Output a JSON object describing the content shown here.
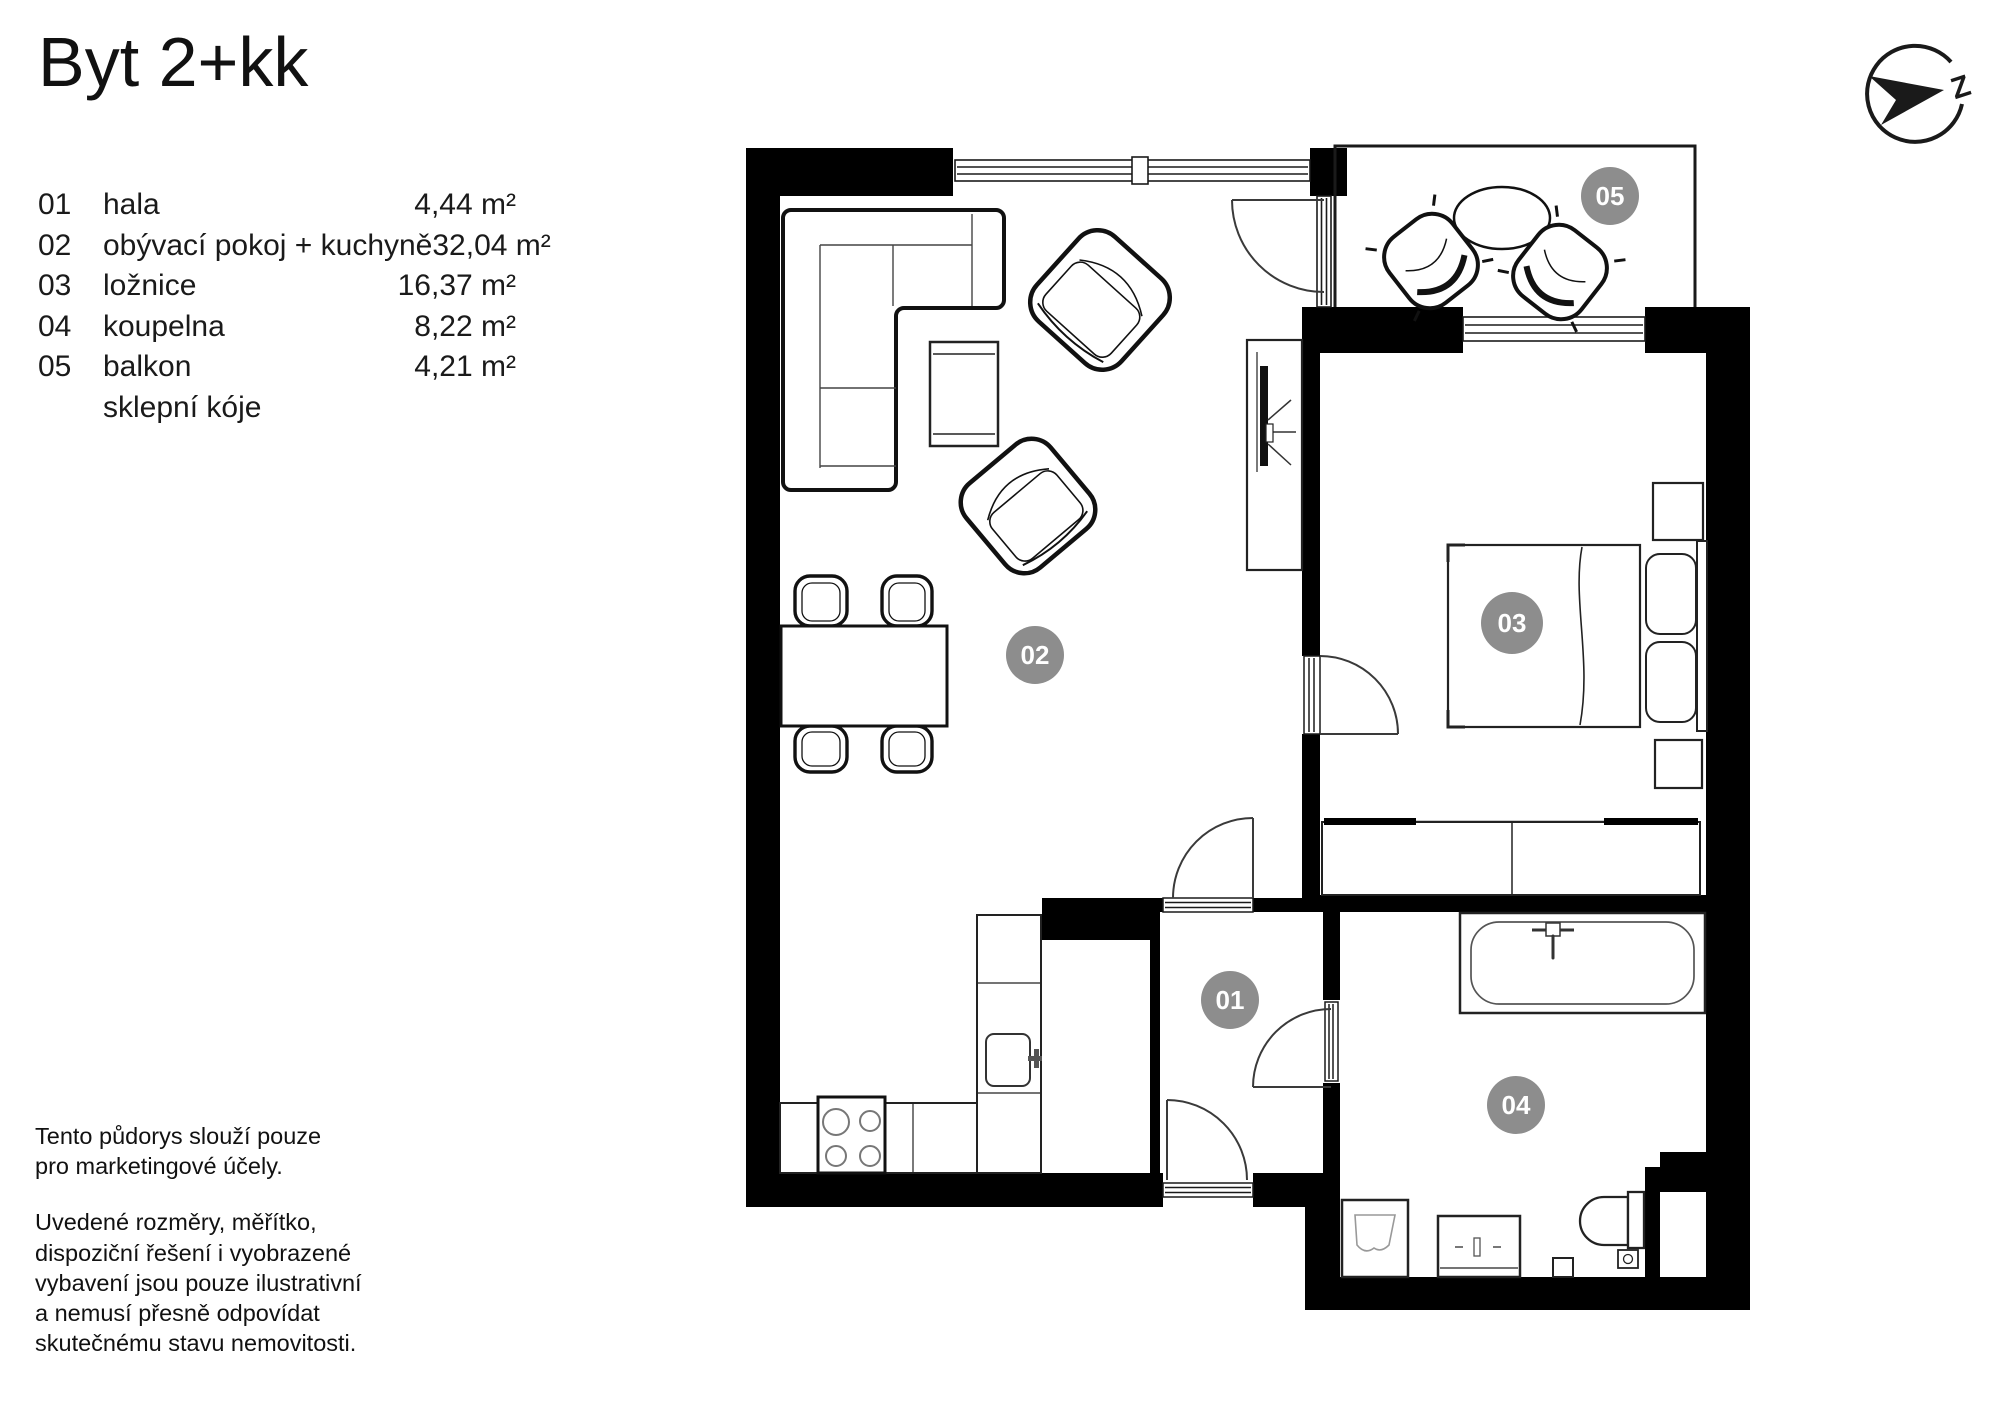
{
  "title": "Byt 2+kk",
  "legend": {
    "rows": [
      {
        "no": "01",
        "name": "hala",
        "area": "4,44 m²"
      },
      {
        "no": "02",
        "name": "obývací pokoj + kuchyně",
        "area": "32,04 m²"
      },
      {
        "no": "03",
        "name": "ložnice",
        "area": "16,37 m²"
      },
      {
        "no": "04",
        "name": "koupelna",
        "area": "8,22 m²"
      },
      {
        "no": "05",
        "name": "balkon",
        "area": "4,21 m²"
      },
      {
        "no": "",
        "name": "sklepní kóje",
        "area": ""
      }
    ]
  },
  "disclaimer": {
    "p1_lines": [
      "Tento půdorys slouží pouze",
      "pro marketingové účely."
    ],
    "p2_lines": [
      "Uvedené rozměry, měřítko,",
      "dispoziční řešení i vyobrazené",
      "vybavení jsou pouze ilustrativní",
      "a nemusí přesně odpovídat",
      "skutečnému stavu nemovitosti."
    ]
  },
  "compass": {
    "letter": "Z"
  },
  "plan": {
    "rooms": [
      {
        "id": "01",
        "name": "hala"
      },
      {
        "id": "02",
        "name": "obývací pokoj + kuchyně"
      },
      {
        "id": "03",
        "name": "ložnice"
      },
      {
        "id": "04",
        "name": "koupelna"
      },
      {
        "id": "05",
        "name": "balkon"
      }
    ],
    "colors": {
      "wall": "#000000",
      "line": "#1a1a1a",
      "room_label_bg": "#8d8d8d",
      "room_label_text": "#ffffff"
    }
  }
}
